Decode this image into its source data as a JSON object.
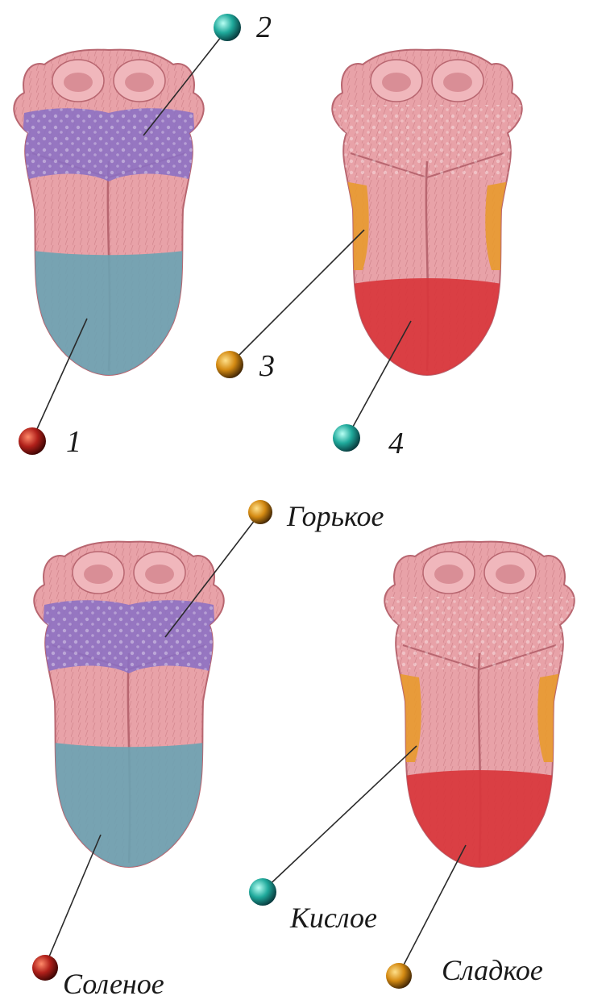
{
  "numbers": {
    "n1": "1",
    "n2": "2",
    "n3": "3",
    "n4": "4"
  },
  "taste_labels": {
    "bitter": "Горькое",
    "salty": "Соленое",
    "sour": "Кислое",
    "sweet": "Сладкое"
  },
  "colors": {
    "tongue_base": "#e8a2a8",
    "tongue_dark": "#c97b82",
    "bitter_zone": "#8a6fc4",
    "salty_zone": "#6aa3b3",
    "sour_zone": "#e89a2e",
    "sweet_zone": "#d8363c",
    "pin_red": "#b0201a",
    "pin_teal": "#1fa99b",
    "pin_orange": "#d48a12"
  }
}
